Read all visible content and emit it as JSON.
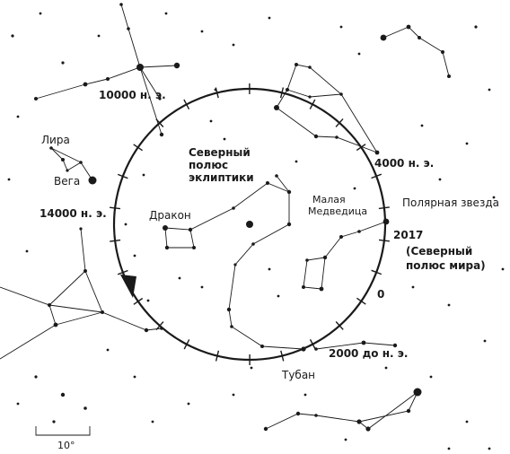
{
  "labels": {
    "epoch_10000": "10000 н. э.",
    "lyra": "Лира",
    "vega": "Вега",
    "epoch_14000": "14000 н. э.",
    "ecliptic_pole_l1": "Северный",
    "ecliptic_pole_l2": "полюс",
    "ecliptic_pole_l3": "эклиптики",
    "draco": "Дракон",
    "ursa_minor_l1": "Малая",
    "ursa_minor_l2": "Медведица",
    "epoch_4000": "4000 н. э.",
    "polaris": "Полярная звезда",
    "year_2017": "2017",
    "celestial_pole_l1": "(Северный",
    "celestial_pole_l2": "полюс мира)",
    "epoch_0": "0",
    "epoch_2000bc": "2000 до н. э.",
    "thuban": "Тубан",
    "scale": "10°"
  },
  "colors": {
    "ink": "#1a1a1a",
    "background": "#ffffff"
  }
}
